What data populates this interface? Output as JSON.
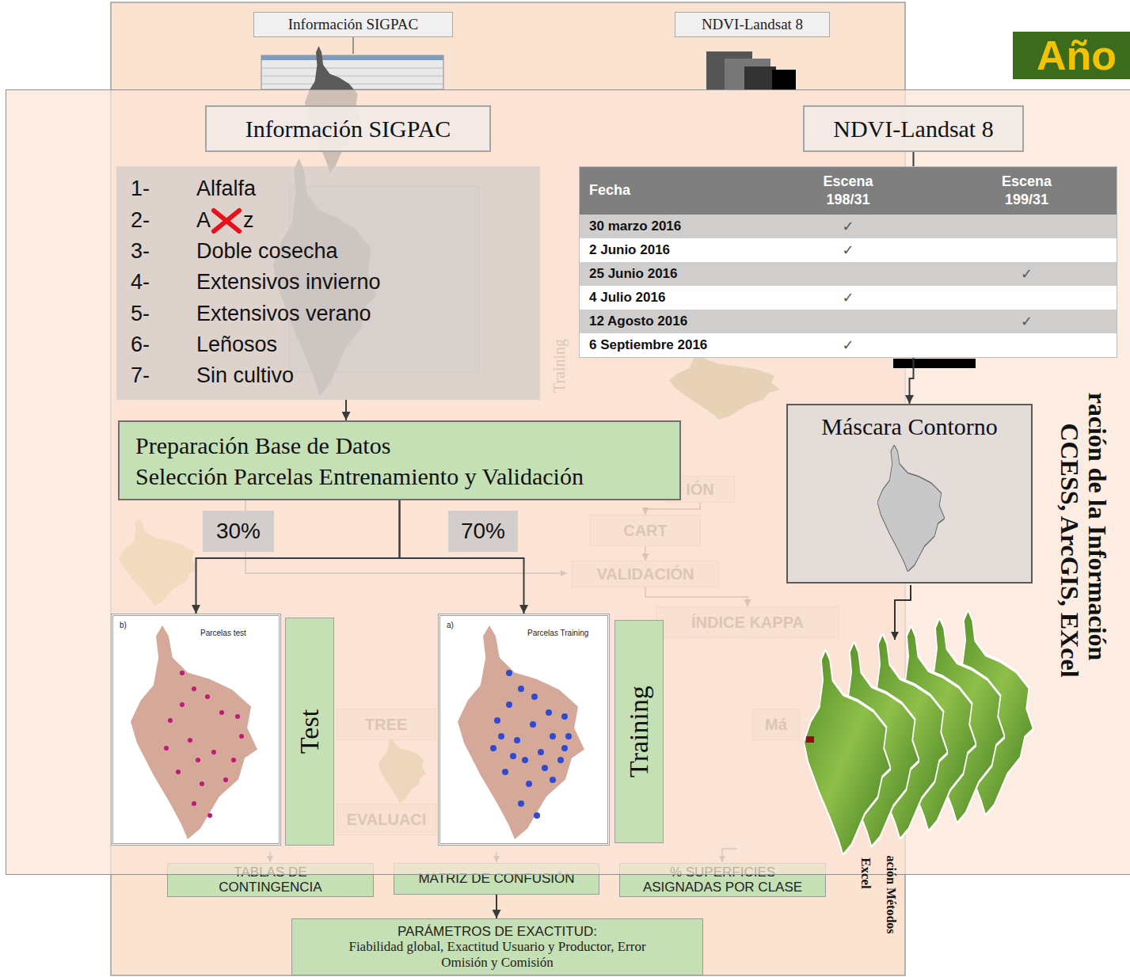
{
  "diagram": {
    "nodes": [
      {
        "text": [
          "Información SIGPAC"
        ]
      },
      {
        "text": [
          "NDVI-Landsat 8"
        ]
      },
      {
        "text": [
          "Año"
        ]
      },
      {
        "text": [
          "Información SIGPAC"
        ]
      },
      {
        "text": [
          "NDVI-Landsat 8"
        ]
      },
      {
        "text": [
          "1-",
          "Alfalfa",
          "2-",
          "A",
          "z",
          "3-",
          "Doble cosecha",
          "4-",
          "Extensivos invierno",
          "5-",
          "Extensivos verano",
          "6-",
          "Leñosos",
          "7-",
          "Sin cultivo"
        ]
      },
      {
        "text": [
          "Preparación Base de Datos",
          "Selección Parcelas Entrenamiento y Validación"
        ]
      },
      {
        "text": [
          "30%"
        ]
      },
      {
        "text": [
          "70%"
        ]
      },
      {
        "text": [
          "b)",
          "Parcelas test"
        ]
      },
      {
        "text": [
          "Test"
        ]
      },
      {
        "text": [
          "a)",
          "Parcelas Training"
        ]
      },
      {
        "text": [
          "Training"
        ]
      },
      {
        "text": [
          "Máscara Contorno"
        ]
      },
      {
        "text": [
          "IÓN"
        ]
      },
      {
        "text": [
          "CART"
        ]
      },
      {
        "text": [
          "VALIDACIÓN"
        ]
      },
      {
        "text": [
          "ÍNDICE KAPPA"
        ]
      },
      {
        "text": [
          "TREE"
        ]
      },
      {
        "text": [
          "EVALUACI"
        ]
      },
      {
        "text": [
          "Má"
        ]
      },
      {
        "text": [
          "TABLAS DE CONTINGENCIA"
        ]
      },
      {
        "text": [
          "MATRIZ DE CONFUSIÓN"
        ]
      },
      {
        "text": [
          "% SUPERFICIES ASIGNADAS POR CLASE"
        ]
      },
      {
        "text": [
          "PARÁMETROS DE EXACTITUD:",
          "Fiabilidad global, Exactitud Usuario y Productor, Error Omisión y Comisión"
        ]
      }
    ],
    "edges": [
      {
        "from": 5,
        "to": 6,
        "arrow": "to"
      },
      {
        "from": 6,
        "to": 9,
        "arrow": "to"
      },
      {
        "from": 6,
        "to": 11,
        "arrow": "to"
      },
      {
        "from": 4,
        "to": 13,
        "arrow": "to"
      },
      {
        "from": 14,
        "to": 15,
        "arrow": "to"
      },
      {
        "from": 15,
        "to": 16,
        "arrow": "to"
      },
      {
        "from": 16,
        "to": 17,
        "arrow": "to"
      },
      {
        "from": 22,
        "to": 24,
        "arrow": "to"
      }
    ],
    "labels": [
      "Fecha",
      "Escena 198/31",
      "Escena 199/31",
      "30 marzo 2016",
      "✓",
      "2 Junio 2016",
      "✓",
      "25 Junio 2016",
      "✓",
      "4 Julio 2016",
      "✓",
      "12 Agosto 2016",
      "✓",
      "6 Septiembre 2016",
      "✓",
      "ración de la Información",
      "CCESS, ArcGIS, EXcel",
      "Excel",
      "ación Métodos",
      "Training"
    ]
  }
}
